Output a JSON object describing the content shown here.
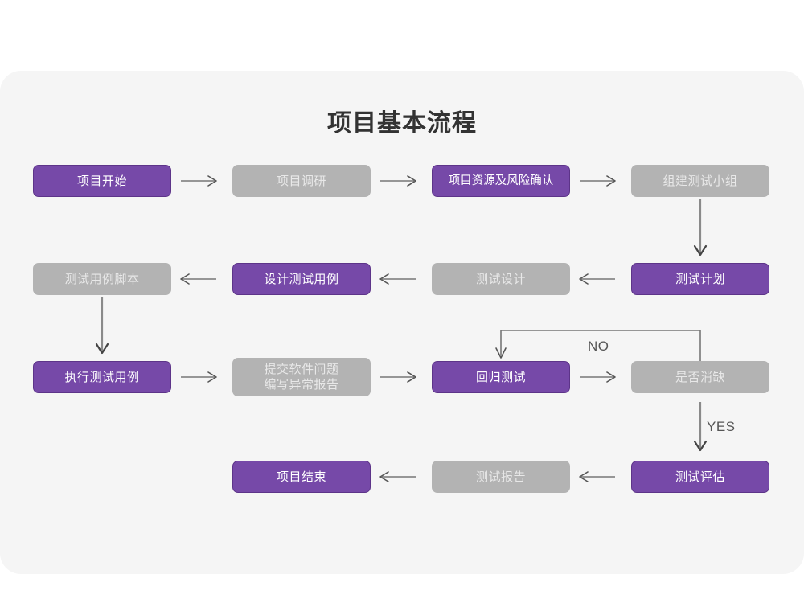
{
  "diagram": {
    "title": "项目基本流程",
    "colors": {
      "purple_fill": "#7649a8",
      "purple_border": "#5d3489",
      "gray_fill": "#b3b3b3",
      "panel_bg": "#f5f5f5",
      "page_bg": "#ffffff",
      "title_color": "#333333",
      "arrow_color": "#777777"
    },
    "nodes": [
      {
        "id": "n1",
        "label": "项目开始",
        "style": "purple"
      },
      {
        "id": "n2",
        "label": "项目调研",
        "style": "gray"
      },
      {
        "id": "n3",
        "label": "项目资源及风险确认",
        "style": "purple"
      },
      {
        "id": "n4",
        "label": "组建测试小组",
        "style": "gray"
      },
      {
        "id": "n5",
        "label": "测试用例脚本",
        "style": "gray"
      },
      {
        "id": "n6",
        "label": "设计测试用例",
        "style": "purple"
      },
      {
        "id": "n7",
        "label": "测试设计",
        "style": "gray"
      },
      {
        "id": "n8",
        "label": "测试计划",
        "style": "purple"
      },
      {
        "id": "n9",
        "label": "执行测试用例",
        "style": "purple"
      },
      {
        "id": "n10",
        "label": "提交软件问题\n编写异常报告",
        "style": "gray"
      },
      {
        "id": "n11",
        "label": "回归测试",
        "style": "purple"
      },
      {
        "id": "n12",
        "label": "是否消缺",
        "style": "gray"
      },
      {
        "id": "n13",
        "label": "项目结束",
        "style": "purple"
      },
      {
        "id": "n14",
        "label": "测试报告",
        "style": "gray"
      },
      {
        "id": "n15",
        "label": "测试评估",
        "style": "purple"
      }
    ],
    "edge_labels": {
      "no": "NO",
      "yes": "YES"
    }
  }
}
